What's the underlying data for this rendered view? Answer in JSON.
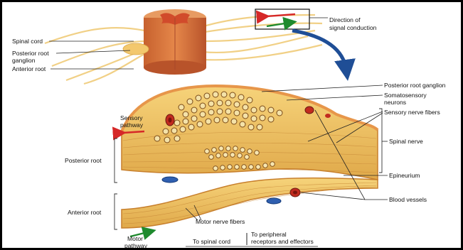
{
  "top_labels": {
    "spinal_cord": "Spinal cord",
    "posterior_root_ganglion_1": "Posterior root",
    "posterior_root_ganglion_2": "ganglion",
    "anterior_root": "Anterior root",
    "direction_1": "Direction of",
    "direction_2": "signal conduction"
  },
  "right_labels": {
    "posterior_root_ganglion": "Posterior root ganglion",
    "somatosensory_1": "Somatosensory",
    "somatosensory_2": "neurons",
    "sensory_nerve_fibers": "Sensory nerve fibers",
    "spinal_nerve": "Spinal nerve",
    "epineurium": "Epineurium",
    "blood_vessels": "Blood vessels"
  },
  "left_labels": {
    "sensory_pathway_1": "Sensory",
    "sensory_pathway_2": "pathway",
    "posterior_root": "Posterior root",
    "anterior_root": "Anterior root",
    "motor_pathway_1": "Motor",
    "motor_pathway_2": "pathway"
  },
  "bottom_labels": {
    "motor_nerve_fibers": "Motor nerve fibers",
    "to_spinal_cord": "To spinal cord",
    "to_peripheral_1": "To peripheral",
    "to_peripheral_2": "receptors and effectors"
  },
  "colors": {
    "sensory_arrow": "#d62828",
    "motor_arrow": "#1f8a2e",
    "curved_arrow": "#1f4e96"
  }
}
